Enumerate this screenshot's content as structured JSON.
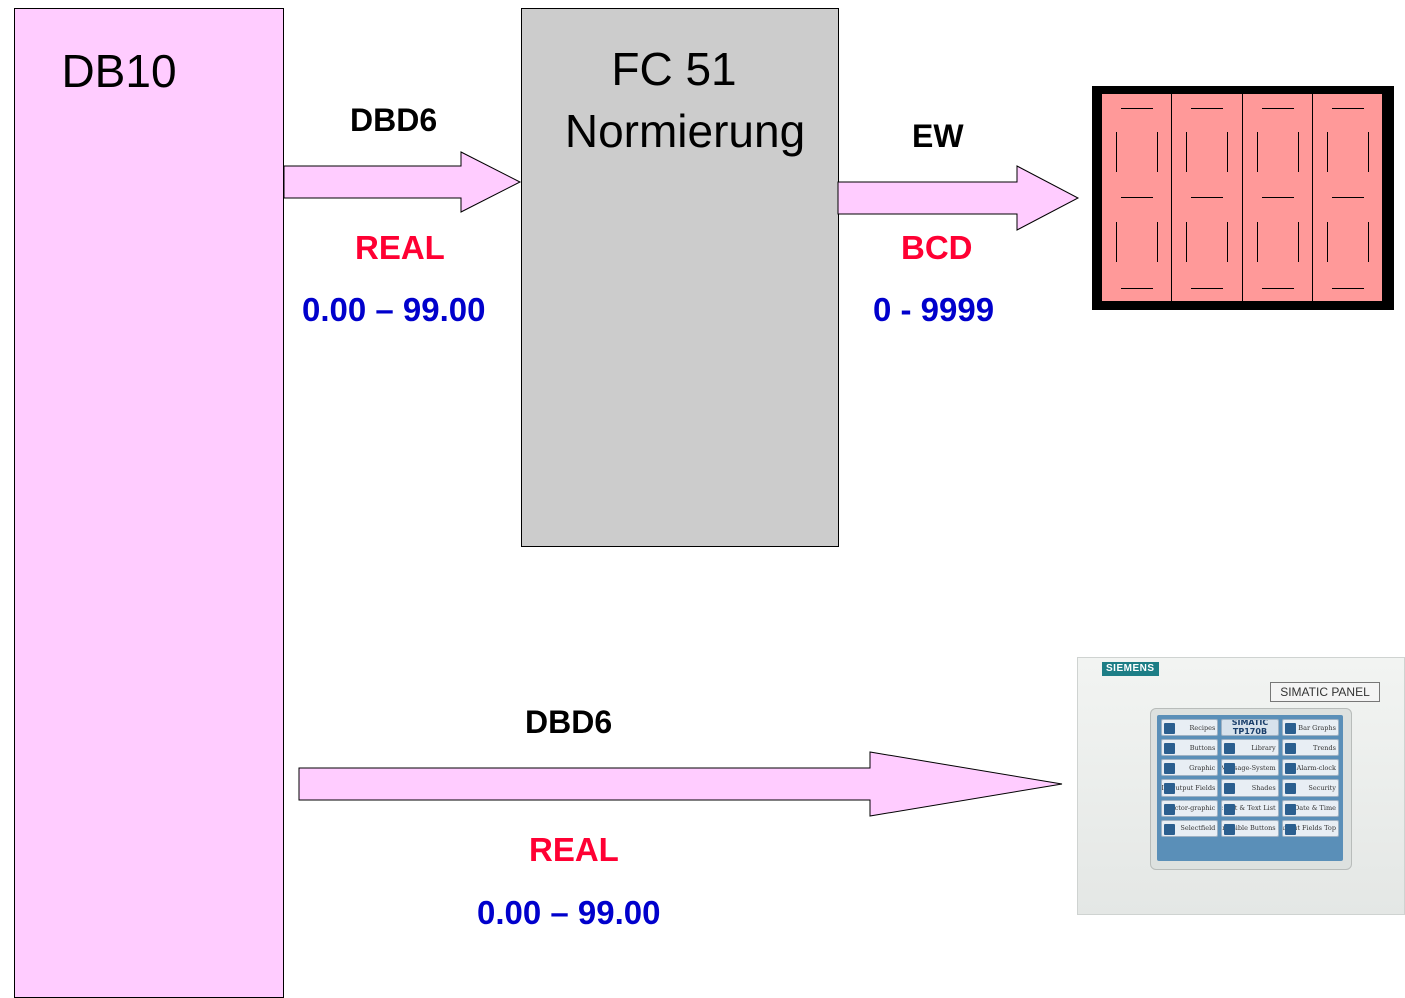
{
  "db_block": {
    "title": "DB10"
  },
  "fc_block": {
    "line1": "FC 51",
    "line2": "Normierung"
  },
  "arrow_db_to_fc": {
    "address": "DBD6",
    "type": "REAL",
    "range": "0.00 – 99.00"
  },
  "arrow_fc_to_display": {
    "address": "EW",
    "type": "BCD",
    "range": "0 - 9999"
  },
  "arrow_db_to_panel": {
    "address": "DBD6",
    "type": "REAL",
    "range": "0.00 – 99.00"
  },
  "panel": {
    "brand": "SIEMENS",
    "model": "SIMATIC PANEL",
    "screen_title_1": "SIMATIC",
    "screen_title_2": "TP170B",
    "tiles": [
      "Recipes",
      "Bar Graphs",
      "Buttons",
      "Library",
      "Trends",
      "Graphic",
      "Message-System",
      "Alarm-clock",
      "In-Output Fields",
      "Shades",
      "Security",
      "Vector-graphic",
      "Graphic List & Text List",
      "Date & Time",
      "Selectfield",
      "invisible Buttons",
      "In-Output Fields Top"
    ]
  },
  "colors": {
    "db_block": "#ffccff",
    "fc_block": "#cccccc",
    "arrow_fill": "#ffccff",
    "type_text": "#ff0033",
    "range_text": "#0000cc",
    "display_bg": "#ff9999"
  },
  "icons": {
    "display": "seven-segment-display-icon",
    "panel": "touch-panel-icon"
  }
}
